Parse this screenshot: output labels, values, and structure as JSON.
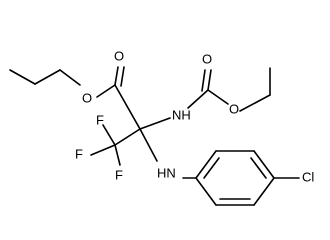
{
  "atoms": {
    "o_ester_carbonyl": "O",
    "o_ester": "O",
    "nh_carbamate": "NH",
    "o_carbamate_carbonyl": "O",
    "o_carbamate": "O",
    "nh_amine": "HN",
    "cl": "Cl",
    "f_top": "F",
    "f_left": "F",
    "f_bottom": "F"
  }
}
